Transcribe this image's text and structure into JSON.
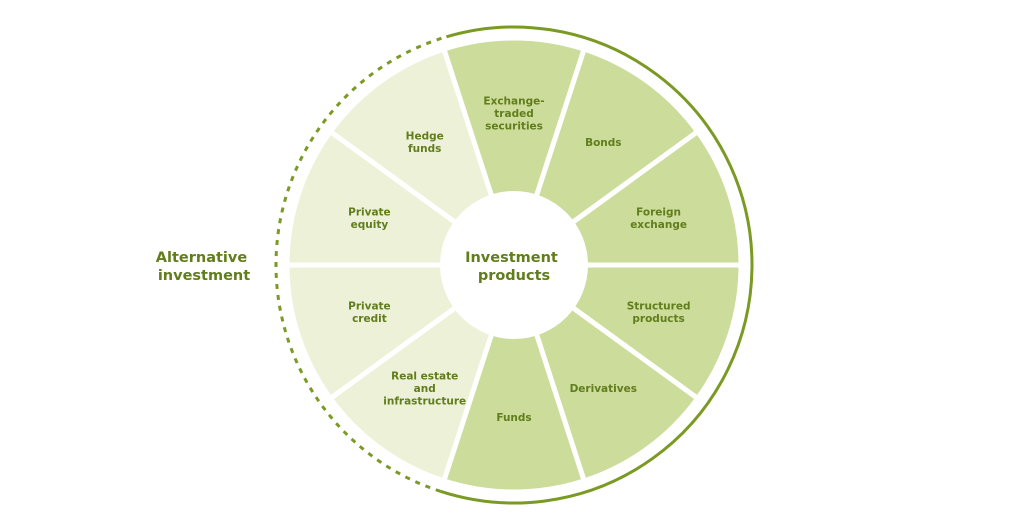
{
  "center": {
    "lines": [
      "Investment",
      "products"
    ]
  },
  "side_label": {
    "lines": [
      "Alternative",
      "investment"
    ]
  },
  "colors": {
    "main_fill": "#ccdc9a",
    "alt_fill": "#ecf1d8",
    "text": "#617d1c",
    "outline": "#7a9a23",
    "background": "#ffffff"
  },
  "segments": [
    {
      "lines": [
        "Exchange-",
        "traded",
        "securities"
      ],
      "group": "main"
    },
    {
      "lines": [
        "Bonds"
      ],
      "group": "main"
    },
    {
      "lines": [
        "Foreign",
        "exchange"
      ],
      "group": "main"
    },
    {
      "lines": [
        "Structured",
        "products"
      ],
      "group": "main"
    },
    {
      "lines": [
        "Derivatives"
      ],
      "group": "main"
    },
    {
      "lines": [
        "Funds"
      ],
      "group": "main"
    },
    {
      "lines": [
        "Real estate",
        "and",
        "infrastructure"
      ],
      "group": "alt"
    },
    {
      "lines": [
        "Private",
        "credit"
      ],
      "group": "alt"
    },
    {
      "lines": [
        "Private",
        "equity"
      ],
      "group": "alt"
    },
    {
      "lines": [
        "Hedge",
        "funds"
      ],
      "group": "alt"
    }
  ]
}
